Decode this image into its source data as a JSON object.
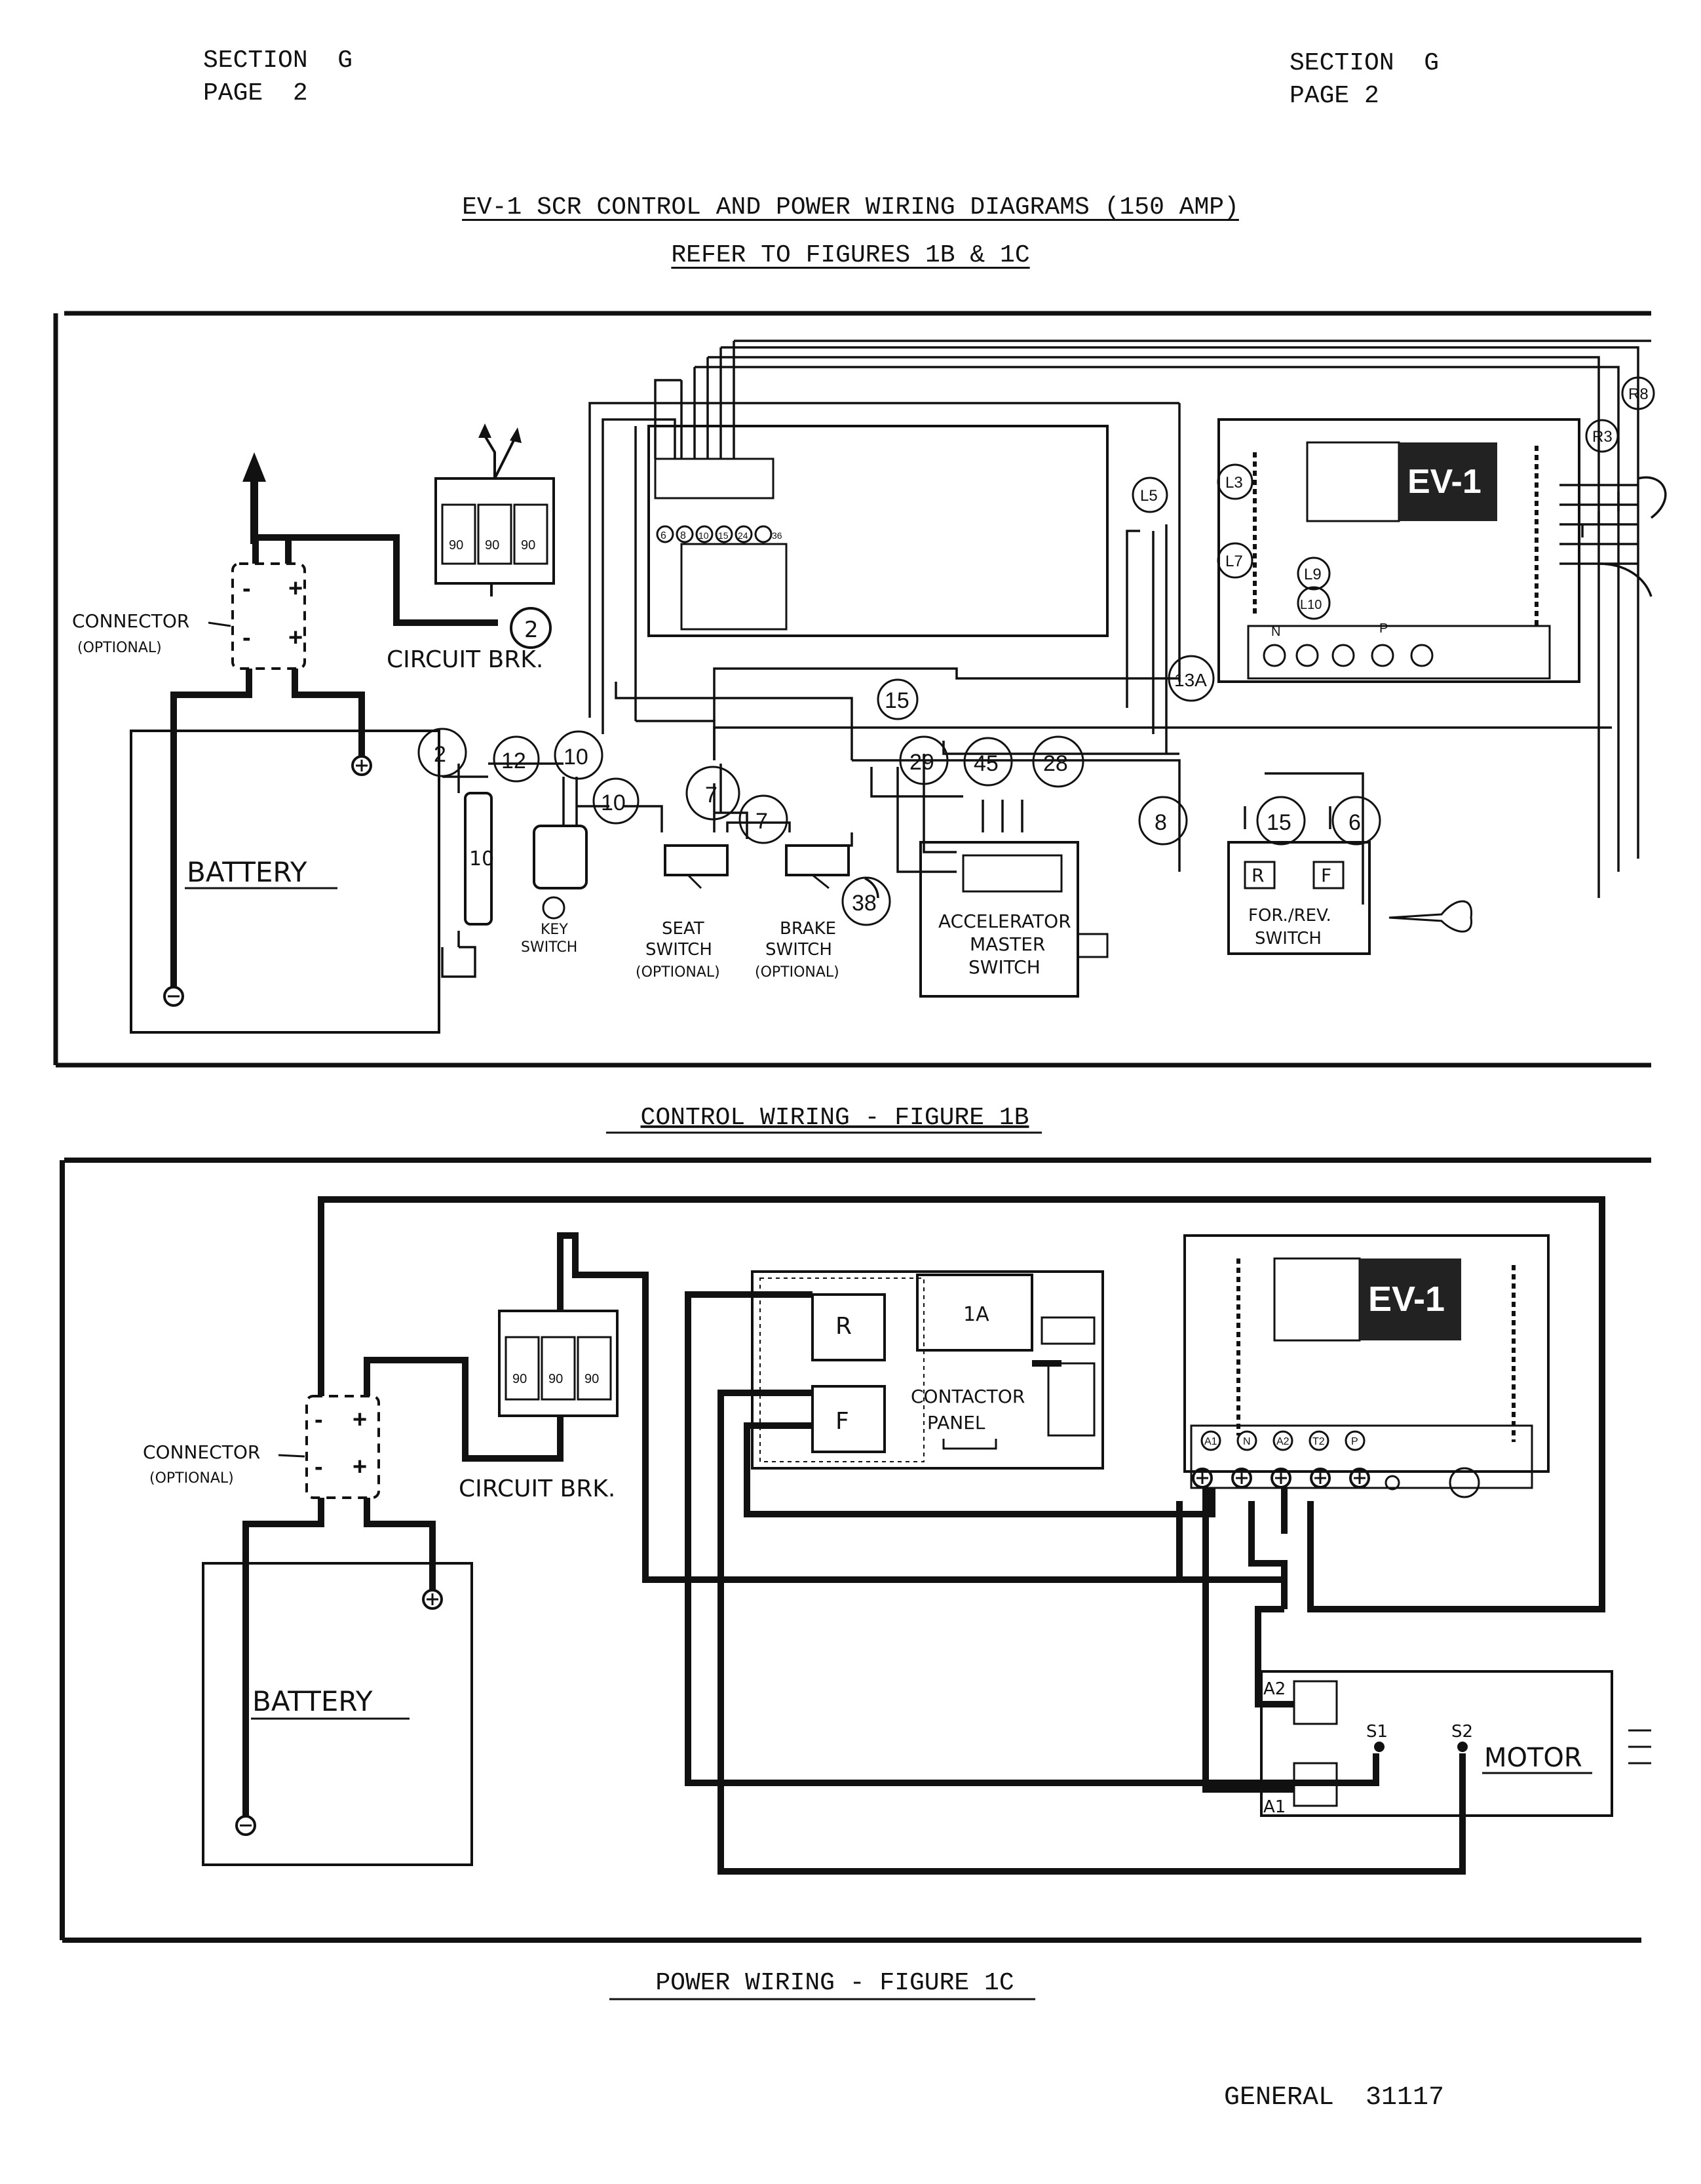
{
  "header": {
    "left_section": "SECTION  G",
    "left_page": "PAGE  2",
    "right_section": "SECTION  G",
    "right_page": "PAGE 2"
  },
  "title": {
    "main": "EV-1 SCR CONTROL AND POWER WIRING DIAGRAMS (150 AMP)",
    "sub": "REFER TO FIGURES 1B & 1C"
  },
  "figure_1b": {
    "caption": "CONTROL WIRING - FIGURE 1B",
    "connector_label": "CONNECTOR",
    "connector_note": "(OPTIONAL)",
    "circuit_breaker": "CIRCUIT BRK.",
    "battery": "BATTERY",
    "breaker_ratings": [
      "90",
      "90",
      "90"
    ],
    "fuse_value": "10",
    "key_switch": [
      "KEY",
      "SWITCH"
    ],
    "seat_switch": [
      "SEAT",
      "SWITCH",
      "(OPTIONAL)"
    ],
    "brake_switch": [
      "BRAKE",
      "SWITCH",
      "(OPTIONAL)"
    ],
    "accelerator": [
      "ACCELERATOR",
      "MASTER",
      "SWITCH"
    ],
    "for_rev": [
      "FOR./REV.",
      "SWITCH"
    ],
    "for_rev_r": "R",
    "for_rev_f": "F",
    "controller_brand": "EV-1",
    "terminal_strip": [
      "6",
      "8",
      "10",
      "15",
      "24",
      "36"
    ],
    "wire_numbers": [
      "2",
      "2",
      "12",
      "10",
      "10",
      "7",
      "7",
      "38",
      "15",
      "29",
      "45",
      "28",
      "8",
      "15",
      "6",
      "13A"
    ],
    "controller_labels": [
      "L3",
      "L5",
      "L7",
      "L9",
      "L10",
      "R8",
      "R3"
    ],
    "controller_terminals": [
      "N",
      "P"
    ]
  },
  "figure_1c": {
    "caption": "POWER WIRING - FIGURE 1C",
    "connector_label": "CONNECTOR",
    "connector_note": "(OPTIONAL)",
    "circuit_breaker": "CIRCUIT BRK.",
    "battery": "BATTERY",
    "breaker_ratings": [
      "90",
      "90",
      "90"
    ],
    "contactor_panel": [
      "CONTACTOR",
      "PANEL"
    ],
    "contactor_r": "R",
    "contactor_f": "F",
    "contactor_1a": "1A",
    "controller_brand": "EV-1",
    "controller_terminals": [
      "A1",
      "N",
      "A2",
      "T2",
      "P"
    ],
    "motor": "MOTOR",
    "motor_terminals": [
      "A2",
      "A1",
      "S1",
      "S2"
    ]
  },
  "footer": {
    "doc_number": "GENERAL  31117"
  }
}
